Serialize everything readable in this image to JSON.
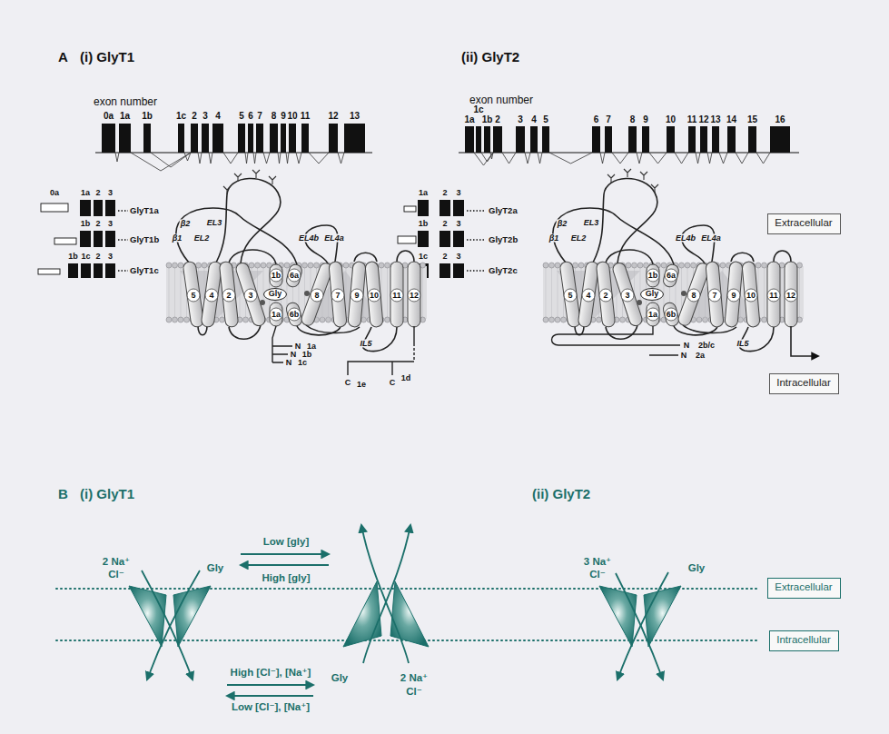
{
  "diagram": {
    "nodes": [
      {
        "text": [
          "Gly"
        ]
      },
      {
        "text": [
          "Gly"
        ]
      },
      {
        "text": [
          "Extracellular"
        ]
      },
      {
        "text": [
          "Intracellular"
        ]
      },
      {
        "text": [
          "Extracellular"
        ]
      },
      {
        "text": [
          "Intracellular"
        ]
      }
    ],
    "labels": [
      "A",
      "(i) GlyT1",
      "(ii) GlyT2",
      "exon number",
      "0a",
      "1a",
      "1b",
      "1c",
      "2",
      "3",
      "4",
      "5",
      "6",
      "7",
      "8",
      "9",
      "10",
      "11",
      "12",
      "13",
      "0a",
      "1a",
      "2",
      "3",
      "GlyT1a",
      "1b",
      "2",
      "3",
      "GlyT1b",
      "1b",
      "1c",
      "2",
      "3",
      "GlyT1c",
      "β2",
      "β1",
      "EL3",
      "EL2",
      "EL4b",
      "EL4a",
      "5",
      "4",
      "2",
      "3",
      "1b",
      "6a",
      "1a",
      "6b",
      "8",
      "7",
      "9",
      "10",
      "11",
      "12",
      "IL5",
      "N",
      "N",
      "N",
      "1a",
      "1b",
      "1c",
      "C",
      "1e",
      "C",
      "1d",
      "exon number",
      "1a",
      "1c",
      "1b",
      "2",
      "3",
      "4",
      "5",
      "6",
      "7",
      "8",
      "9",
      "10",
      "11",
      "12",
      "13",
      "14",
      "15",
      "16",
      "1a",
      "2",
      "3",
      "GlyT2a",
      "1b",
      "2",
      "3",
      "GlyT2b",
      "1c",
      "2",
      "3",
      "GlyT2c",
      "β2",
      "β1",
      "EL3",
      "EL2",
      "EL4b",
      "EL4a",
      "5",
      "4",
      "2",
      "3",
      "1b",
      "6a",
      "1a",
      "6b",
      "8",
      "7",
      "9",
      "10",
      "11",
      "12",
      "IL5",
      "N",
      "2b/c",
      "N",
      "2a",
      "B",
      "(i) GlyT1",
      "(ii) GlyT2",
      "2 Na⁺",
      "Cl⁻",
      "Gly",
      "Low [gly]",
      "High [gly]",
      "High [Cl⁻], [Na⁺]",
      "Low [Cl⁻], [Na⁺]",
      "Gly",
      "2 Na⁺",
      "Cl⁻",
      "3 Na⁺",
      "Cl⁻",
      "Gly"
    ]
  }
}
